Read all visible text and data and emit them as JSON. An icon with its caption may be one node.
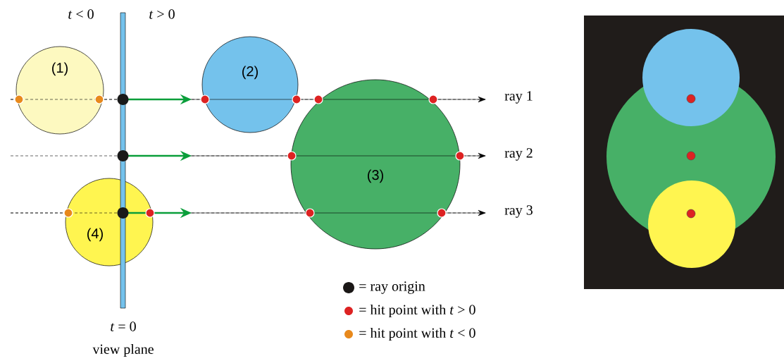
{
  "diagram": {
    "nodes": [
      {
        "text": [
          "(1)"
        ]
      },
      {
        "text": [
          "(2)"
        ]
      },
      {
        "text": [
          "(3)"
        ]
      },
      {
        "text": [
          "(4)"
        ]
      }
    ],
    "labels": [
      "*t* < 0",
      "*t* > 0",
      "ray 1",
      "ray 2",
      "ray 3",
      "*t* = 0",
      "view plane"
    ],
    "legend": [
      {
        "text": "= ray origin",
        "color": "#1a1716"
      },
      {
        "text": "= hit point with *t* > 0",
        "color": "#dd2222"
      },
      {
        "text": "= hit point with *t* < 0",
        "color": "#e8891c"
      }
    ]
  }
}
